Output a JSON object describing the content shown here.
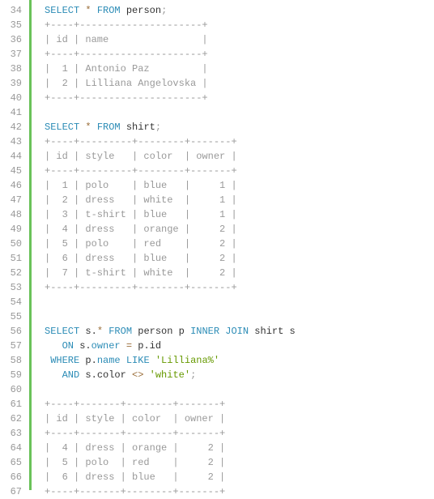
{
  "editor": {
    "lines": [
      {
        "n": "34",
        "tokens": [
          {
            "t": "SELECT",
            "c": "kw"
          },
          {
            "t": " ",
            "c": "pl"
          },
          {
            "t": "*",
            "c": "op"
          },
          {
            "t": " ",
            "c": "pl"
          },
          {
            "t": "FROM",
            "c": "kw"
          },
          {
            "t": " person",
            "c": "pl"
          },
          {
            "t": ";",
            "c": "tb"
          }
        ]
      },
      {
        "n": "35",
        "tokens": [
          {
            "t": "+----+---------------------+",
            "c": "tb"
          }
        ]
      },
      {
        "n": "36",
        "tokens": [
          {
            "t": "| id | name                |",
            "c": "tb"
          }
        ]
      },
      {
        "n": "37",
        "tokens": [
          {
            "t": "+----+---------------------+",
            "c": "tb"
          }
        ]
      },
      {
        "n": "38",
        "tokens": [
          {
            "t": "|  1 | Antonio Paz         |",
            "c": "tb"
          }
        ]
      },
      {
        "n": "39",
        "tokens": [
          {
            "t": "|  2 | Lilliana Angelovska |",
            "c": "tb"
          }
        ]
      },
      {
        "n": "40",
        "tokens": [
          {
            "t": "+----+---------------------+",
            "c": "tb"
          }
        ]
      },
      {
        "n": "41",
        "tokens": []
      },
      {
        "n": "42",
        "tokens": [
          {
            "t": "SELECT",
            "c": "kw"
          },
          {
            "t": " ",
            "c": "pl"
          },
          {
            "t": "*",
            "c": "op"
          },
          {
            "t": " ",
            "c": "pl"
          },
          {
            "t": "FROM",
            "c": "kw"
          },
          {
            "t": " shirt",
            "c": "pl"
          },
          {
            "t": ";",
            "c": "tb"
          }
        ]
      },
      {
        "n": "43",
        "tokens": [
          {
            "t": "+----+---------+--------+-------+",
            "c": "tb"
          }
        ]
      },
      {
        "n": "44",
        "tokens": [
          {
            "t": "| id | style   | color  | owner |",
            "c": "tb"
          }
        ]
      },
      {
        "n": "45",
        "tokens": [
          {
            "t": "+----+---------+--------+-------+",
            "c": "tb"
          }
        ]
      },
      {
        "n": "46",
        "tokens": [
          {
            "t": "|  1 | polo    | blue   |     1 |",
            "c": "tb"
          }
        ]
      },
      {
        "n": "47",
        "tokens": [
          {
            "t": "|  2 | dress   | white  |     1 |",
            "c": "tb"
          }
        ]
      },
      {
        "n": "48",
        "tokens": [
          {
            "t": "|  3 | t-shirt | blue   |     1 |",
            "c": "tb"
          }
        ]
      },
      {
        "n": "49",
        "tokens": [
          {
            "t": "|  4 | dress   | orange |     2 |",
            "c": "tb"
          }
        ]
      },
      {
        "n": "50",
        "tokens": [
          {
            "t": "|  5 | polo    | red    |     2 |",
            "c": "tb"
          }
        ]
      },
      {
        "n": "51",
        "tokens": [
          {
            "t": "|  6 | dress   | blue   |     2 |",
            "c": "tb"
          }
        ]
      },
      {
        "n": "52",
        "tokens": [
          {
            "t": "|  7 | t-shirt | white  |     2 |",
            "c": "tb"
          }
        ]
      },
      {
        "n": "53",
        "tokens": [
          {
            "t": "+----+---------+--------+-------+",
            "c": "tb"
          }
        ]
      },
      {
        "n": "54",
        "tokens": []
      },
      {
        "n": "55",
        "tokens": []
      },
      {
        "n": "56",
        "tokens": [
          {
            "t": "SELECT",
            "c": "kw"
          },
          {
            "t": " s.",
            "c": "pl"
          },
          {
            "t": "*",
            "c": "op"
          },
          {
            "t": " ",
            "c": "pl"
          },
          {
            "t": "FROM",
            "c": "kw"
          },
          {
            "t": " person p ",
            "c": "pl"
          },
          {
            "t": "INNER",
            "c": "kw"
          },
          {
            "t": " ",
            "c": "pl"
          },
          {
            "t": "JOIN",
            "c": "kw"
          },
          {
            "t": " shirt s",
            "c": "pl"
          }
        ]
      },
      {
        "n": "57",
        "tokens": [
          {
            "t": "   ",
            "c": "pl"
          },
          {
            "t": "ON",
            "c": "kw"
          },
          {
            "t": " s.",
            "c": "pl"
          },
          {
            "t": "owner",
            "c": "kw"
          },
          {
            "t": " ",
            "c": "pl"
          },
          {
            "t": "=",
            "c": "op"
          },
          {
            "t": " p.id",
            "c": "pl"
          }
        ]
      },
      {
        "n": "58",
        "tokens": [
          {
            "t": " ",
            "c": "pl"
          },
          {
            "t": "WHERE",
            "c": "kw"
          },
          {
            "t": " p.",
            "c": "pl"
          },
          {
            "t": "name",
            "c": "kw"
          },
          {
            "t": " ",
            "c": "pl"
          },
          {
            "t": "LIKE",
            "c": "kw"
          },
          {
            "t": " ",
            "c": "pl"
          },
          {
            "t": "'Lilliana%'",
            "c": "st"
          }
        ]
      },
      {
        "n": "59",
        "tokens": [
          {
            "t": "   ",
            "c": "pl"
          },
          {
            "t": "AND",
            "c": "kw"
          },
          {
            "t": " s.color ",
            "c": "pl"
          },
          {
            "t": "<>",
            "c": "op"
          },
          {
            "t": " ",
            "c": "pl"
          },
          {
            "t": "'white'",
            "c": "st"
          },
          {
            "t": ";",
            "c": "tb"
          }
        ]
      },
      {
        "n": "60",
        "tokens": []
      },
      {
        "n": "61",
        "tokens": [
          {
            "t": "+----+-------+--------+-------+",
            "c": "tb"
          }
        ]
      },
      {
        "n": "62",
        "tokens": [
          {
            "t": "| id | style | color  | owner |",
            "c": "tb"
          }
        ]
      },
      {
        "n": "63",
        "tokens": [
          {
            "t": "+----+-------+--------+-------+",
            "c": "tb"
          }
        ]
      },
      {
        "n": "64",
        "tokens": [
          {
            "t": "|  4 | dress | orange |     2 |",
            "c": "tb"
          }
        ]
      },
      {
        "n": "65",
        "tokens": [
          {
            "t": "|  5 | polo  | red    |     2 |",
            "c": "tb"
          }
        ]
      },
      {
        "n": "66",
        "tokens": [
          {
            "t": "|  6 | dress | blue   |     2 |",
            "c": "tb"
          }
        ]
      },
      {
        "n": "67",
        "tokens": [
          {
            "t": "+----+-------+--------+-------+",
            "c": "tb"
          }
        ]
      }
    ]
  }
}
